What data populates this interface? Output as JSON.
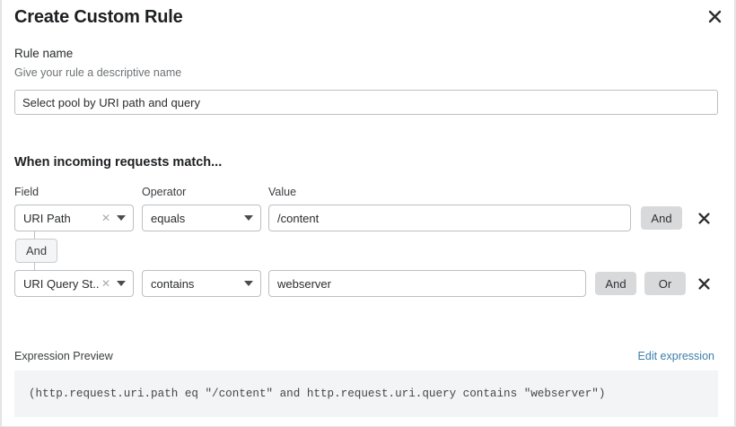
{
  "dialog": {
    "title": "Create Custom Rule",
    "close_icon": "close-icon"
  },
  "rule_name": {
    "label": "Rule name",
    "hint": "Give your rule a descriptive name",
    "value": "Select pool by URI path and query",
    "placeholder": ""
  },
  "match_section": {
    "heading": "When incoming requests match...",
    "columns": {
      "field": "Field",
      "operator": "Operator",
      "value": "Value"
    },
    "conditions": [
      {
        "field": "URI Path",
        "operator": "equals",
        "value": "/content",
        "clear_icon": "clear-icon",
        "caret_icon": "chevron-down-icon",
        "logic_buttons": [
          "And"
        ],
        "delete_icon": "close-icon"
      },
      {
        "field": "URI Query St...",
        "operator": "contains",
        "value": "webserver",
        "clear_icon": "clear-icon",
        "caret_icon": "chevron-down-icon",
        "logic_buttons": [
          "And",
          "Or"
        ],
        "delete_icon": "close-icon"
      }
    ],
    "connector_label": "And"
  },
  "expression": {
    "label": "Expression Preview",
    "edit_link": "Edit expression",
    "code": "(http.request.uri.path eq \"/content\" and http.request.uri.query contains \"webserver\")"
  },
  "colors": {
    "link": "#3d7eaa",
    "button_bg": "#d7d9db",
    "border": "#bcbfc2",
    "code_bg": "#f3f4f5"
  }
}
